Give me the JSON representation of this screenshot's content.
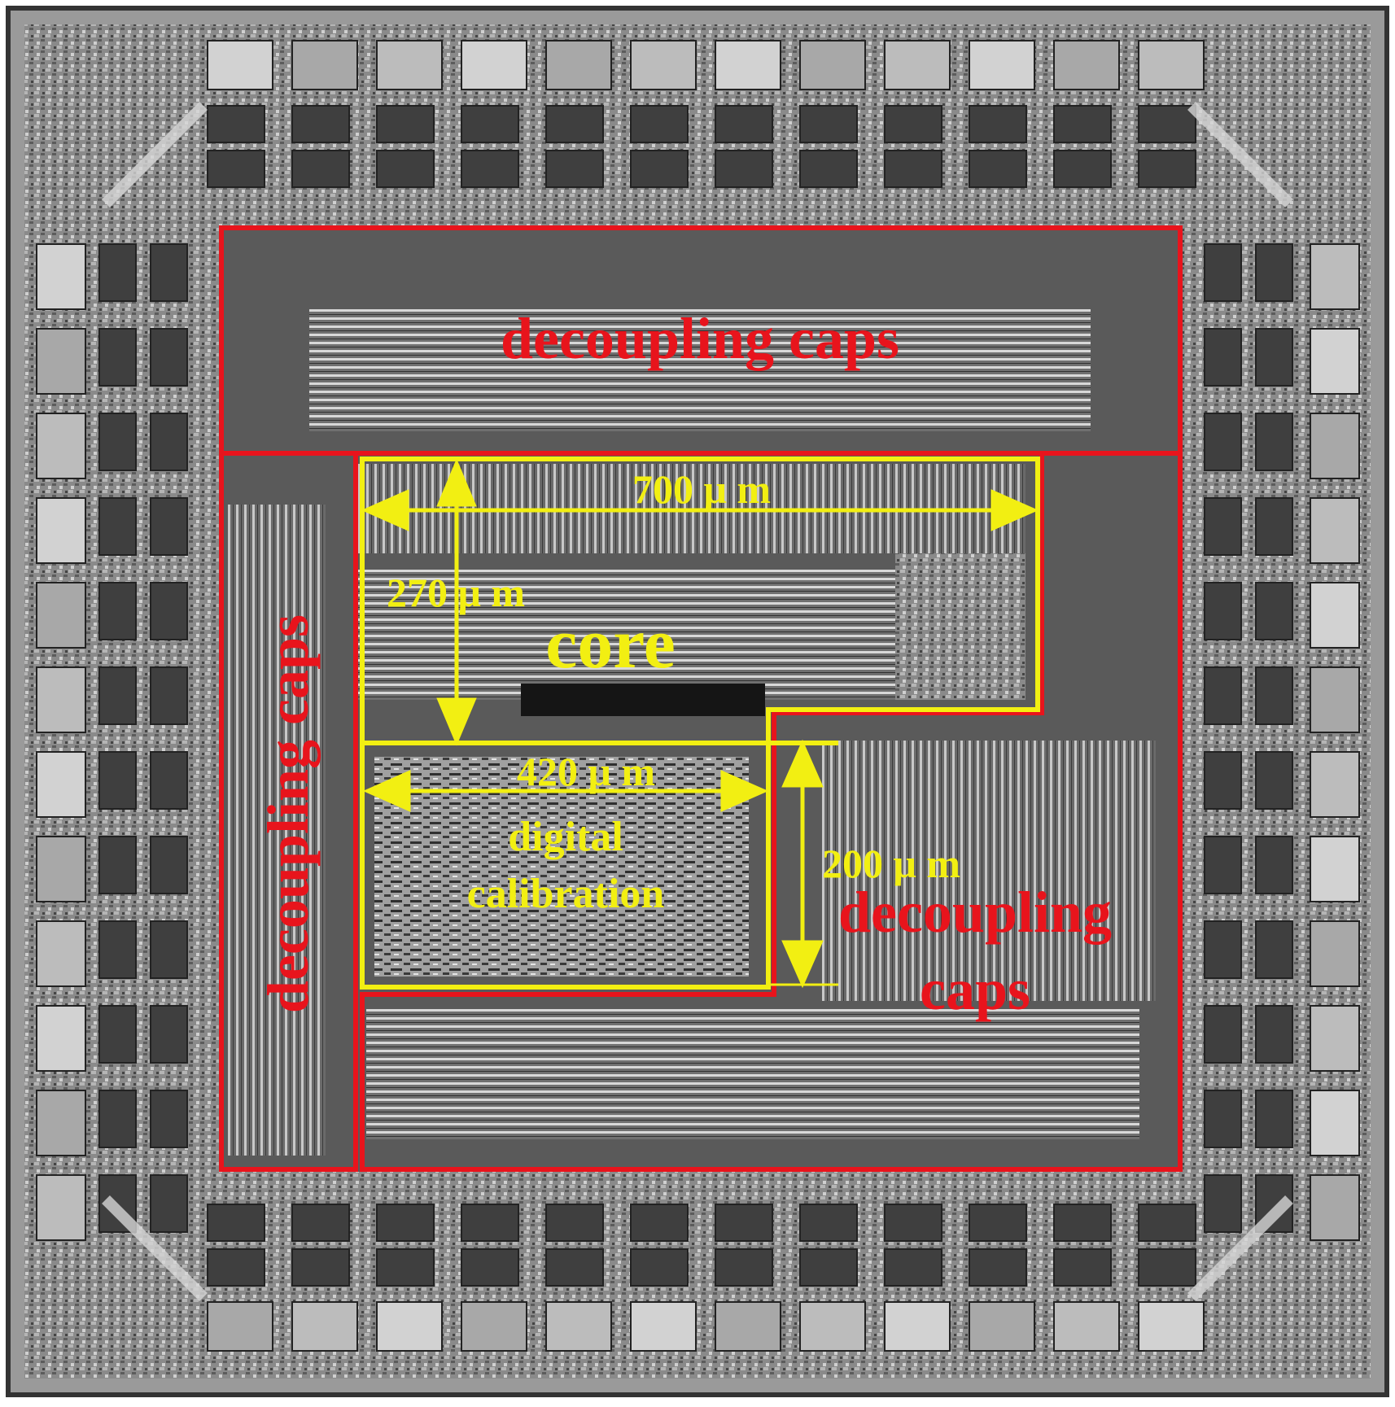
{
  "labels": {
    "top_caps": "decoupling caps",
    "left_caps": "decoupling caps",
    "right_caps_line1": "decoupling",
    "right_caps_line2": "caps",
    "core": "core",
    "digital_line1": "digital",
    "digital_line2": "calibration",
    "dim_700": "700 μ m",
    "dim_270": "270 μ m",
    "dim_420": "420 μ m",
    "dim_200": "200 μ m"
  },
  "colors": {
    "annotation_red": "#e8141c",
    "annotation_yellow": "#f2ef12",
    "die_gray": "#7f7f7f"
  }
}
